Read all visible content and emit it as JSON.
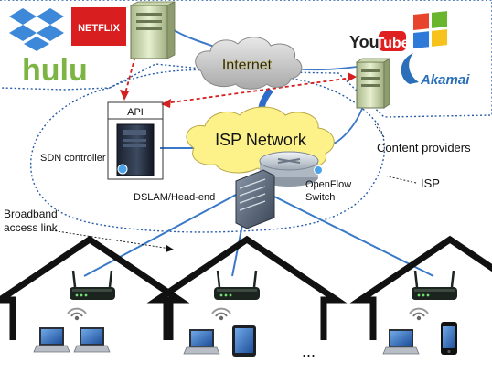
{
  "diagram": {
    "clouds": {
      "internet": "Internet",
      "isp_network": "ISP Network"
    },
    "labels": {
      "api": "API",
      "sdn_controller": "SDN controller",
      "dslam_head_end": "DSLAM/Head-end",
      "openflow_switch_line1": "OpenFlow",
      "openflow_switch_line2": "Switch",
      "content_providers": "Content providers",
      "isp": "ISP",
      "broadband_line1": "Broadband",
      "broadband_line2": "access link",
      "ellipsis": "..."
    },
    "logos": {
      "netflix": "NETFLIX",
      "hulu": "hulu",
      "youtube_you": "You",
      "youtube_tube": "Tube",
      "akamai": "Akamai"
    },
    "icon_names": [
      "dropbox-icon",
      "netflix-logo",
      "hulu-logo",
      "server-icon",
      "youtube-logo",
      "windows-logo",
      "akamai-logo",
      "controller-tower-icon",
      "router-icon",
      "dslam-icon",
      "house-icon",
      "wifi-router-icon",
      "laptop-icon",
      "tablet-icon",
      "smartphone-icon"
    ],
    "colors": {
      "link_blue": "#3a78c8",
      "dashed_red": "#d42020",
      "cloud_yellow": "#fdf28a",
      "cloud_grey": "#c8c8c8",
      "netflix_red": "#d81e1e",
      "hulu_green": "#7cb542",
      "youtube_red": "#e02020",
      "akamai_blue": "#2a6fb8"
    }
  }
}
